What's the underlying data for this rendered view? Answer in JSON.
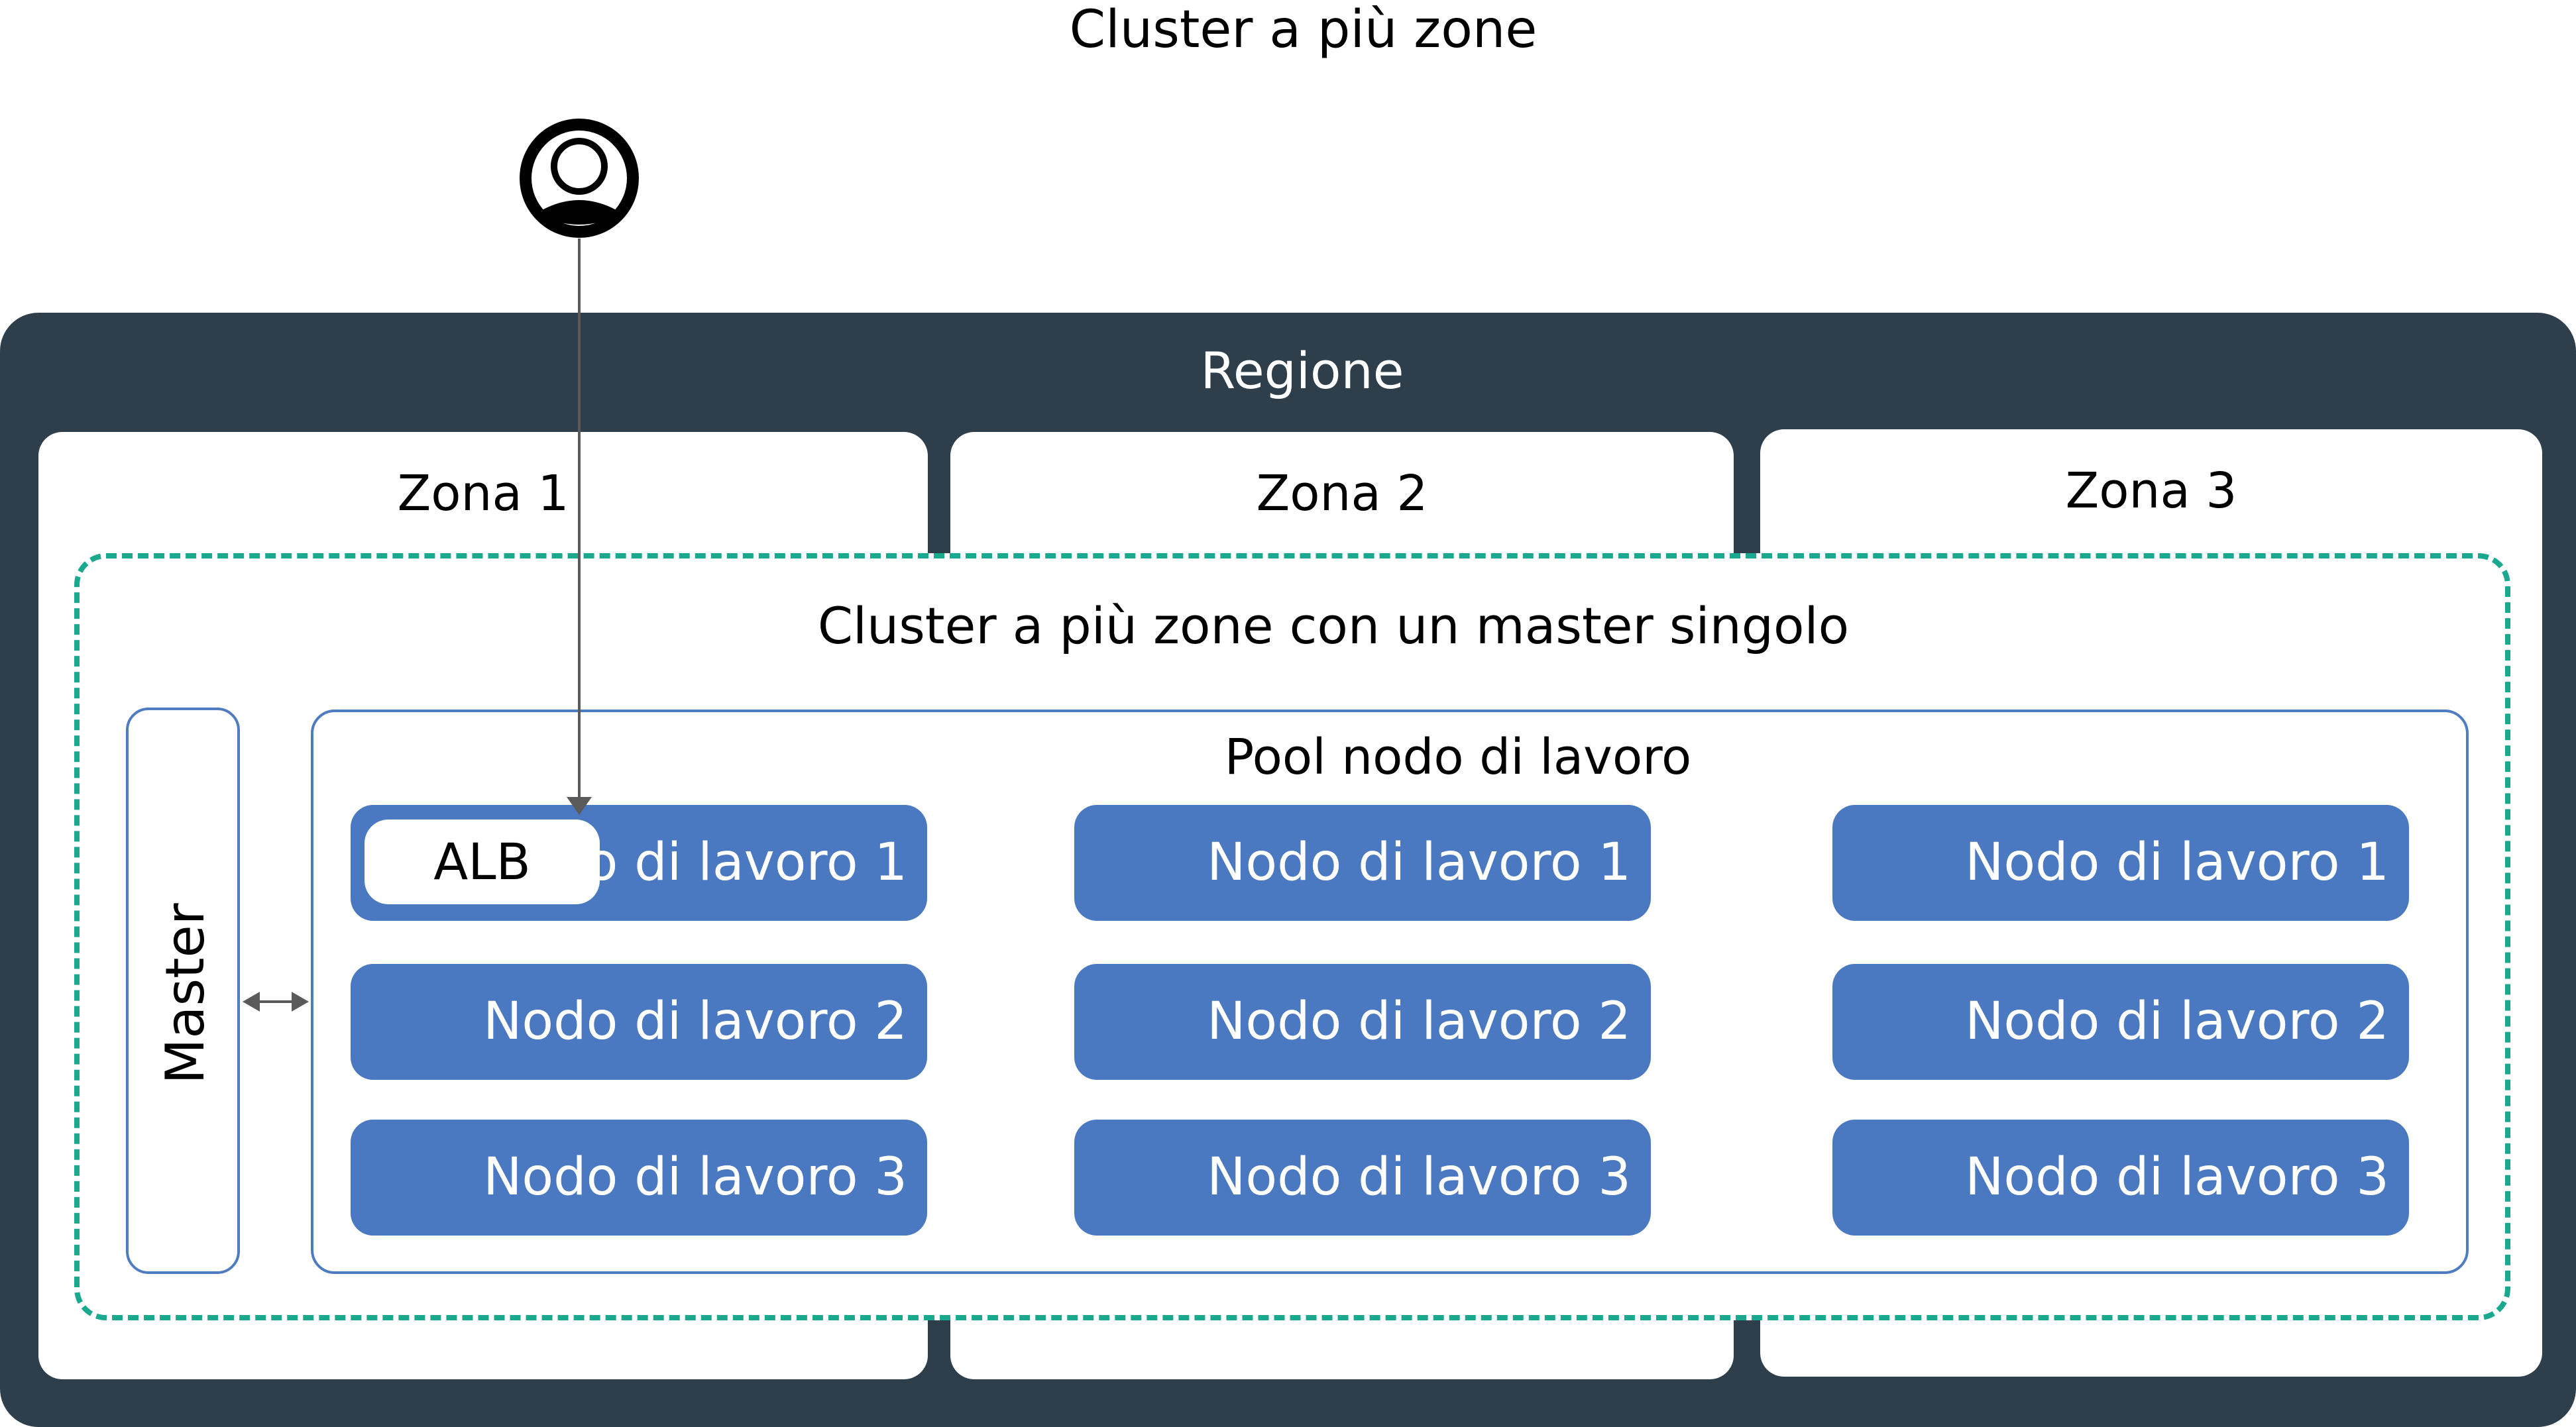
{
  "title": "Cluster a più zone",
  "region": {
    "label": "Regione"
  },
  "zones": [
    {
      "label": "Zona 1"
    },
    {
      "label": "Zona 2"
    },
    {
      "label": "Zona 3"
    }
  ],
  "cluster": {
    "label": "Cluster a più zone con un master singolo"
  },
  "master": {
    "label": "Master"
  },
  "pool": {
    "label": "Pool nodo di lavoro"
  },
  "alb": {
    "label": "ALB"
  },
  "columns": [
    {
      "nodes": [
        {
          "label": "Nodo di lavoro 1"
        },
        {
          "label": "Nodo di lavoro 2"
        },
        {
          "label": "Nodo di lavoro 3"
        }
      ]
    },
    {
      "nodes": [
        {
          "label": "Nodo di lavoro 1"
        },
        {
          "label": "Nodo di lavoro 2"
        },
        {
          "label": "Nodo di lavoro 3"
        }
      ]
    },
    {
      "nodes": [
        {
          "label": "Nodo di lavoro 1"
        },
        {
          "label": "Nodo di lavoro 2"
        },
        {
          "label": "Nodo di lavoro 3"
        }
      ]
    }
  ],
  "icons": {
    "user": "user-icon",
    "arrow_down": "arrow-down-icon",
    "bidirectional_arrow": "double-arrow-icon"
  },
  "colors": {
    "region": "#2e3f4b",
    "node": "#4a79c1",
    "outline": "#4f7cc0",
    "dashed": "#1aa88f",
    "connector": "#5a5a5a"
  }
}
